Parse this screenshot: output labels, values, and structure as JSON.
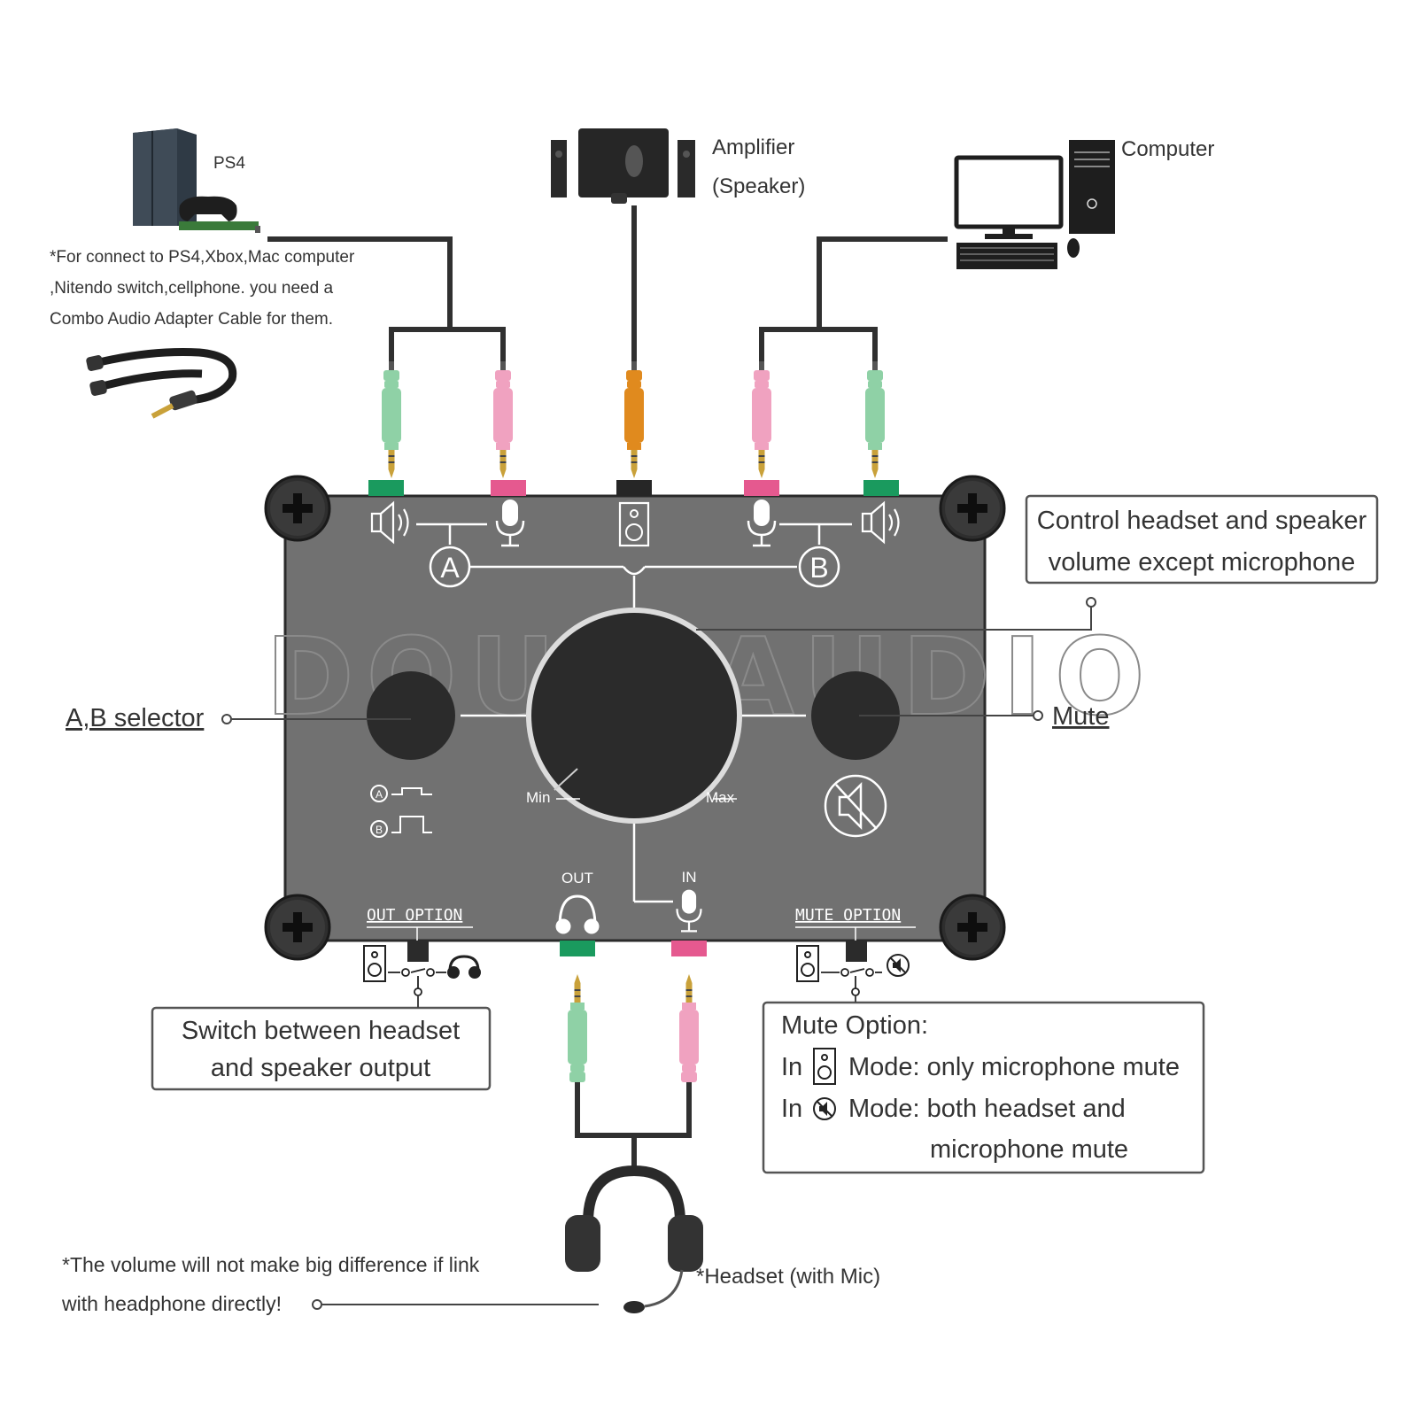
{
  "devices": {
    "ps4": "PS4",
    "ps4_note": [
      "*For connect to PS4,Xbox,Mac computer",
      ",Nitendo switch,cellphone. you need a",
      "Combo Audio Adapter Cable for them."
    ],
    "amplifier": [
      "Amplifier",
      "(Speaker)"
    ],
    "computer": "Computer",
    "headset": "*Headset (with Mic)"
  },
  "panel": {
    "watermark": "DOUK AUDIO",
    "volume_min": "Min",
    "volume_max": "Max",
    "port_out": "OUT",
    "port_in": "IN",
    "out_option": "OUT OPTION",
    "mute_option": "MUTE OPTION",
    "channel_a": "A",
    "channel_b": "B",
    "colors": {
      "panel": "#717171",
      "green_port": "#1a9a5e",
      "pink_port": "#e5598f",
      "black_port": "#262626",
      "knob": "#2b2b2b"
    }
  },
  "callouts": {
    "volume": [
      "Control headset and speaker",
      "volume except microphone"
    ],
    "ab_selector": "A,B selector",
    "mute": "Mute",
    "out_switch": [
      "Switch between headset",
      "and speaker output"
    ],
    "mute_option_title": "Mute Option:",
    "mute_option_in": "In",
    "mute_option_line1": "Mode: only microphone mute",
    "mute_option_line2": "Mode: both headset and",
    "mute_option_line3": "microphone mute"
  },
  "footnote": [
    "*The volume will not make big difference if link",
    "with headphone directly!"
  ]
}
